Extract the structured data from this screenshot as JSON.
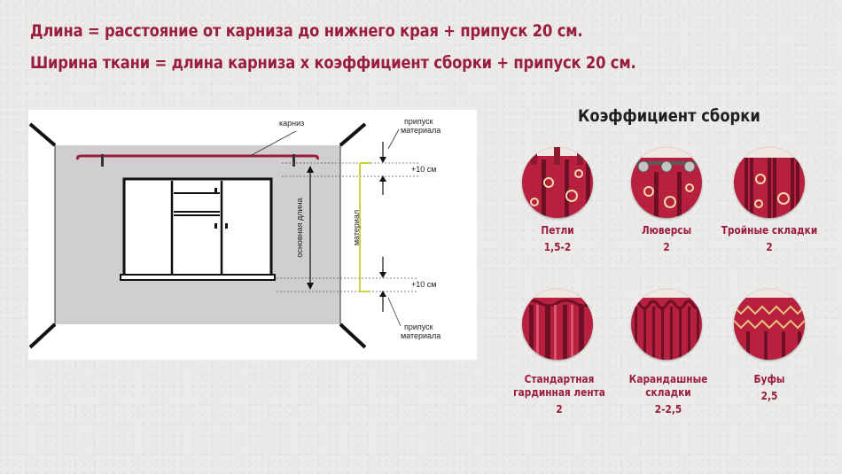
{
  "formulas": {
    "line1": "Длина = расстояние от карниза до нижнего края + припуск 20 см.",
    "line2": "Ширина ткани = длина карниза х коэффициент сборки + припуск 20 см."
  },
  "diagram": {
    "cornice_label": "карниз",
    "allowance_top_label_1": "припуск",
    "allowance_top_label_2": "материала",
    "allowance_bottom_label_1": "припуск",
    "allowance_bottom_label_2": "материала",
    "plus_top": "+10 см",
    "plus_bottom": "+10 см",
    "main_length_label": "основная длина",
    "material_label": "материал"
  },
  "gathering": {
    "title": "Коэффициент сборки",
    "items": [
      {
        "name": "Петли",
        "value": "1,5-2",
        "style": "loops"
      },
      {
        "name": "Люверсы",
        "value": "2",
        "style": "grommets"
      },
      {
        "name": "Тройные складки",
        "value": "2",
        "style": "triple"
      },
      {
        "name_line1": "Стандартная",
        "name_line2": "гардинная лента",
        "value": "2",
        "style": "tape"
      },
      {
        "name_line1": "Карандашные",
        "name_line2": "складки",
        "value": "2-2,5",
        "style": "pencil"
      },
      {
        "name": "Буфы",
        "value": "2,5",
        "style": "puffs"
      }
    ]
  },
  "colors": {
    "accent": "#9a1c3e",
    "fabric": "#b8203f",
    "fabric_dark": "#6e0f25",
    "wall": "#cfcfcf",
    "material_line": "#c8d63a"
  }
}
